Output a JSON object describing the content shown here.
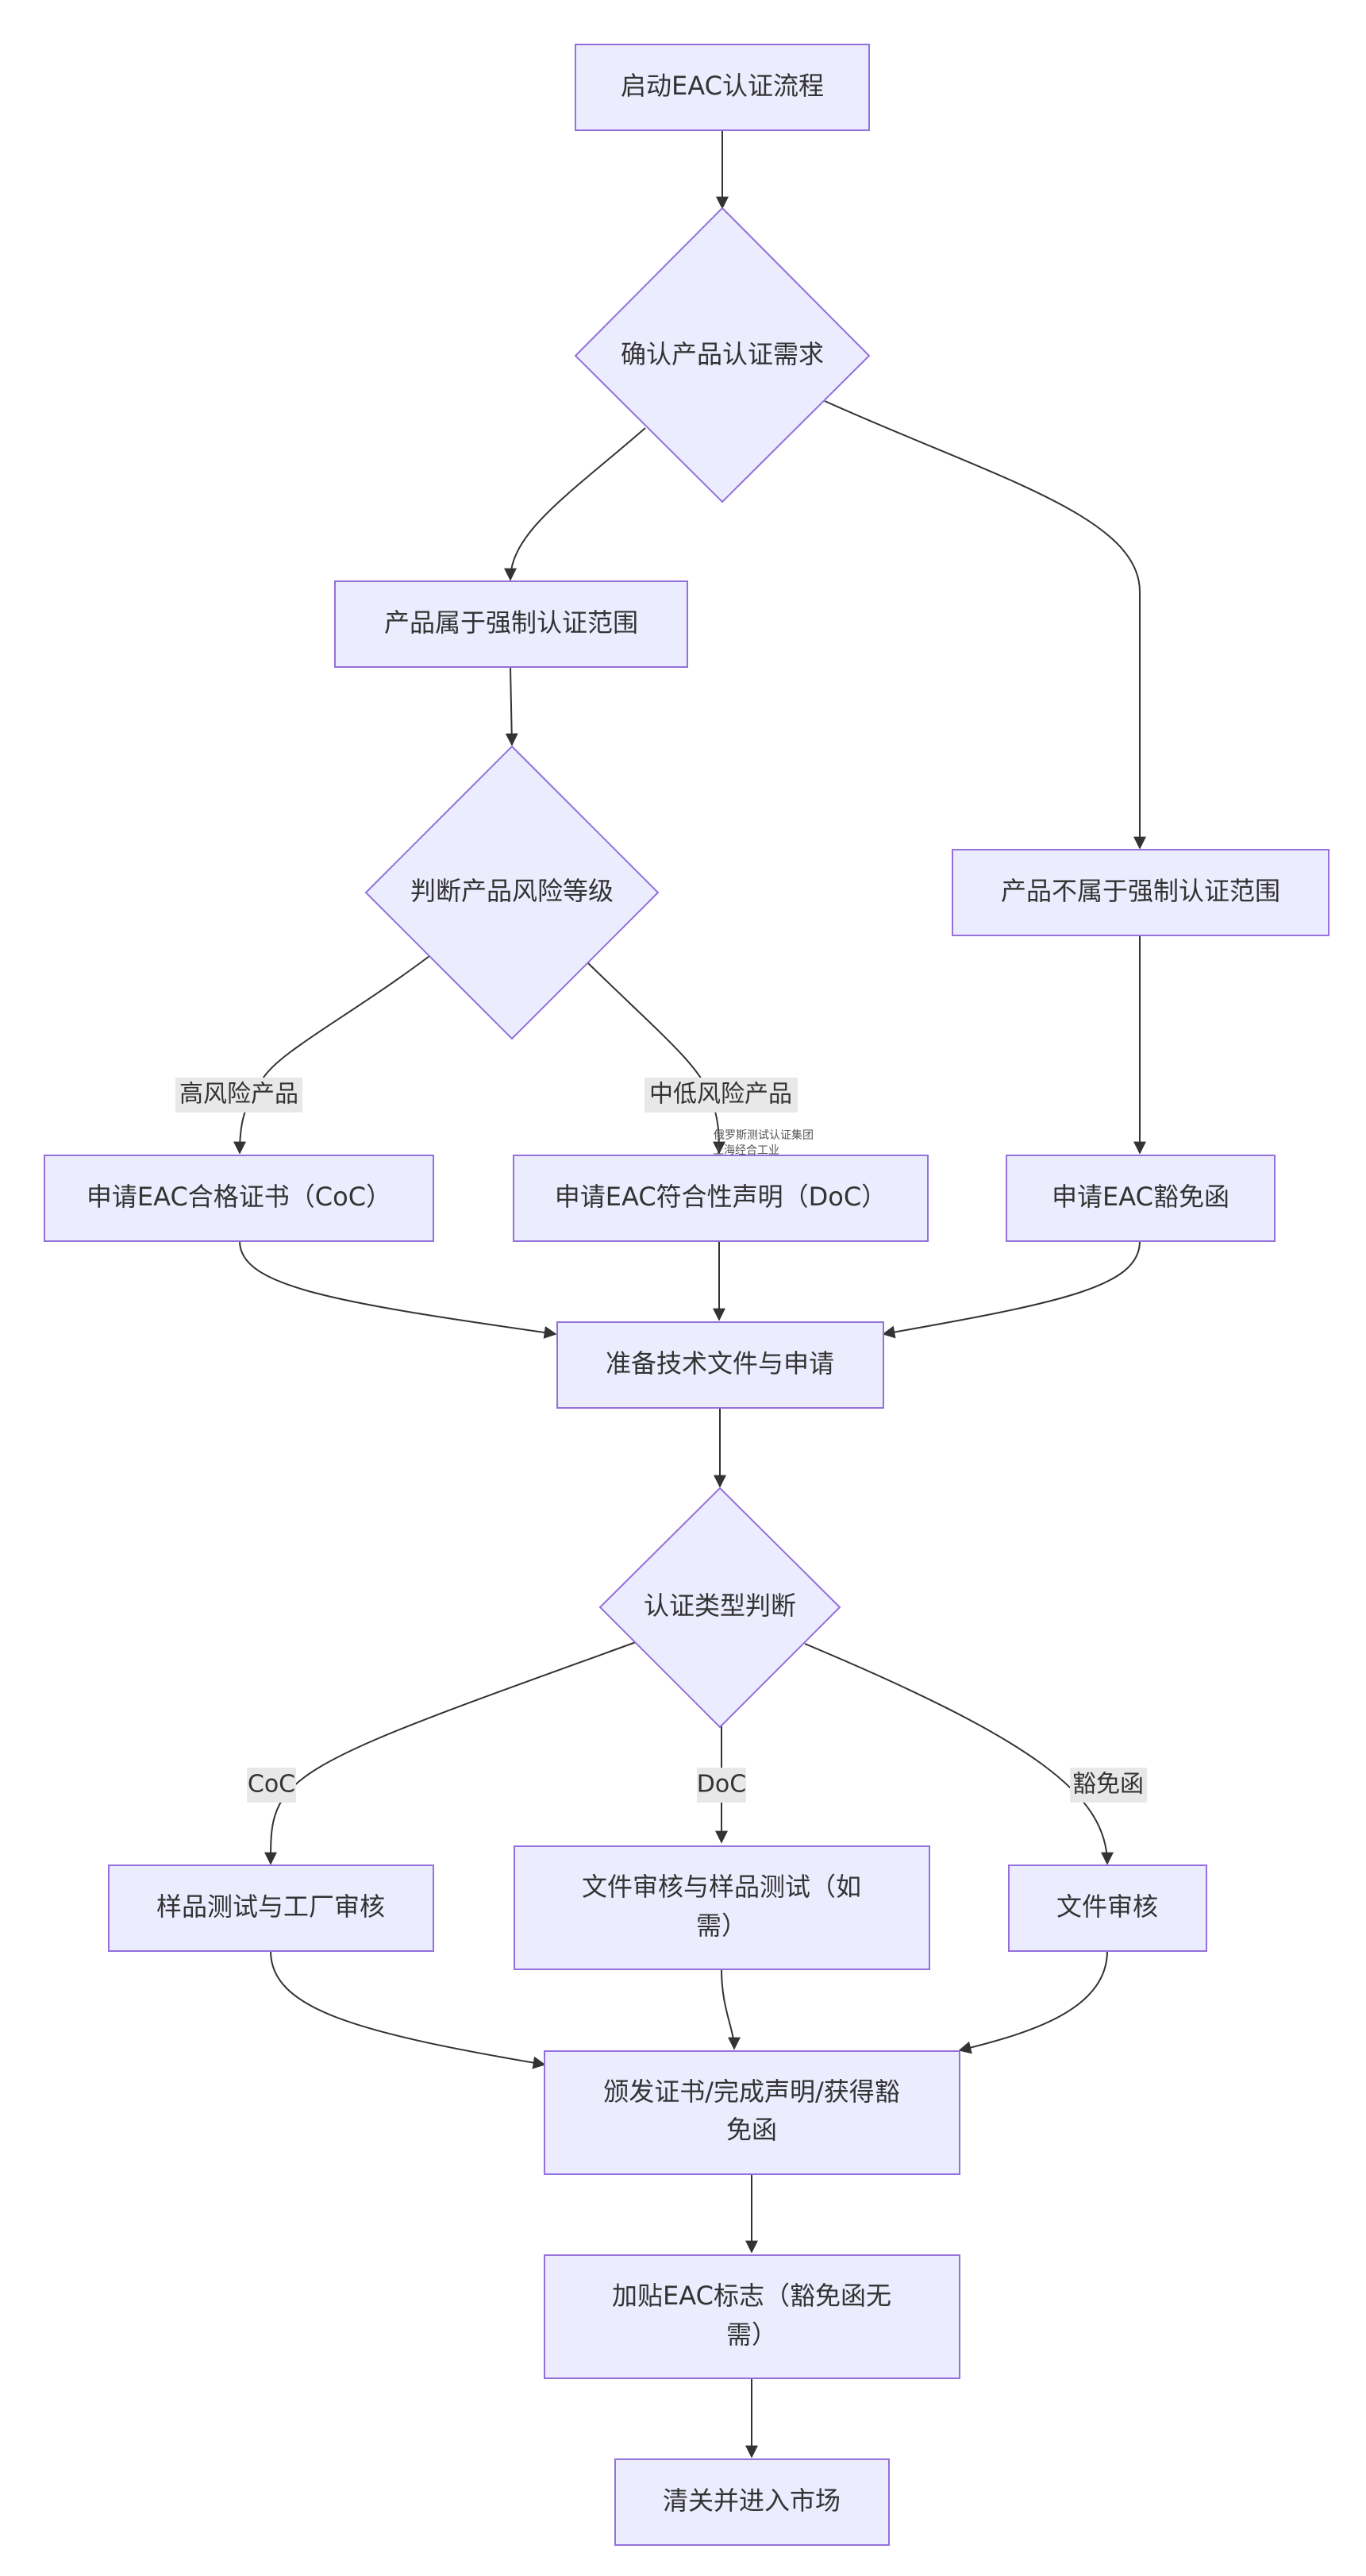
{
  "nodes": {
    "start": "启动EAC认证流程",
    "confirm_need": "确认产品认证需求",
    "in_scope": "产品属于强制认证范围",
    "out_scope": "产品不属于强制认证范围",
    "risk_level": "判断产品风险等级",
    "apply_coc": "申请EAC合格证书（CoC）",
    "apply_doc": "申请EAC符合性声明（DoC）",
    "apply_exemption": "申请EAC豁免函",
    "prepare_docs": "准备技术文件与申请",
    "cert_type": "认证类型判断",
    "sample_factory": "样品测试与工厂审核",
    "doc_review_test": [
      "文件审核与样品测试（如",
      "需）"
    ],
    "doc_review": "文件审核",
    "issue": [
      "颁发证书/完成声明/获得豁",
      "免函"
    ],
    "affix_mark": [
      "加贴EAC标志（豁免函无",
      "需）"
    ],
    "clearance": "清关并进入市场"
  },
  "edge_labels": {
    "high_risk": "高风险产品",
    "mid_low_risk": "中低风险产品",
    "coc": "CoC",
    "doc": "DoC",
    "exemption": "豁免函"
  },
  "watermark": [
    "俄罗斯测试认证集团",
    "上海经合工业"
  ],
  "colors": {
    "node_fill": "#ECECFF",
    "node_stroke": "#9370DB",
    "edge": "#333333",
    "label_bg": "#E8E8E8",
    "text": "#333333"
  }
}
